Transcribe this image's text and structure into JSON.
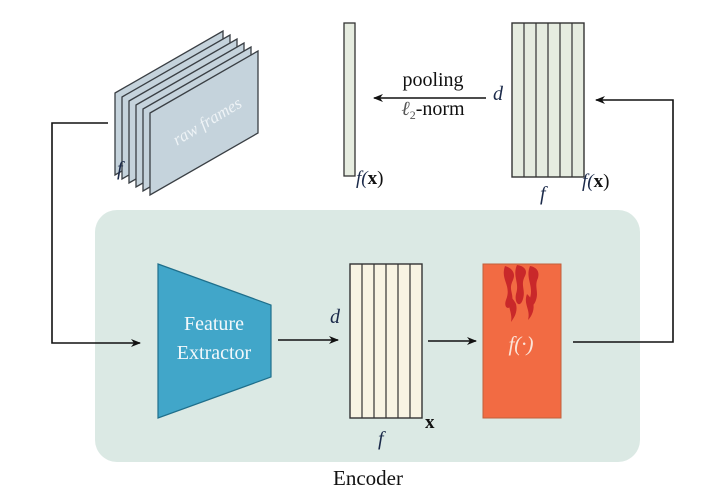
{
  "diagram": {
    "raw_frames": {
      "label": "raw frames",
      "dim_label": "f",
      "frame_count": 6
    },
    "feature_extractor": {
      "line1": "Feature",
      "line2": "Extractor"
    },
    "feature_matrix": {
      "d_label": "d",
      "f_label": "f",
      "name_label": "x",
      "columns": 6
    },
    "function_block": {
      "label": "f(·)"
    },
    "output_matrix": {
      "d_label": "d",
      "f_label": "f",
      "name_label_prefix": "f(",
      "name_label_var": "x",
      "name_label_suffix": ")",
      "columns": 6
    },
    "pooling": {
      "line1": "pooling",
      "line2_sym": "ℓ",
      "line2_sub": "2",
      "line2_rest": "-norm"
    },
    "pooled_vector": {
      "name_label_prefix": "f(",
      "name_label_var": "x",
      "name_label_suffix": ")"
    },
    "encoder": {
      "label": "Encoder"
    },
    "colors": {
      "encoder_bg": "#dbe9e4",
      "extractor": "#41a6c9",
      "extractor_stroke": "#1f6f8b",
      "block": "#f26b43",
      "flame": "#c9282a",
      "matrix_x_fill": "#f8f4e3",
      "matrix_out_fill": "#e6ece0",
      "frame_fill": "#c5d3dc",
      "italic_label": "#1b2a4a"
    }
  }
}
